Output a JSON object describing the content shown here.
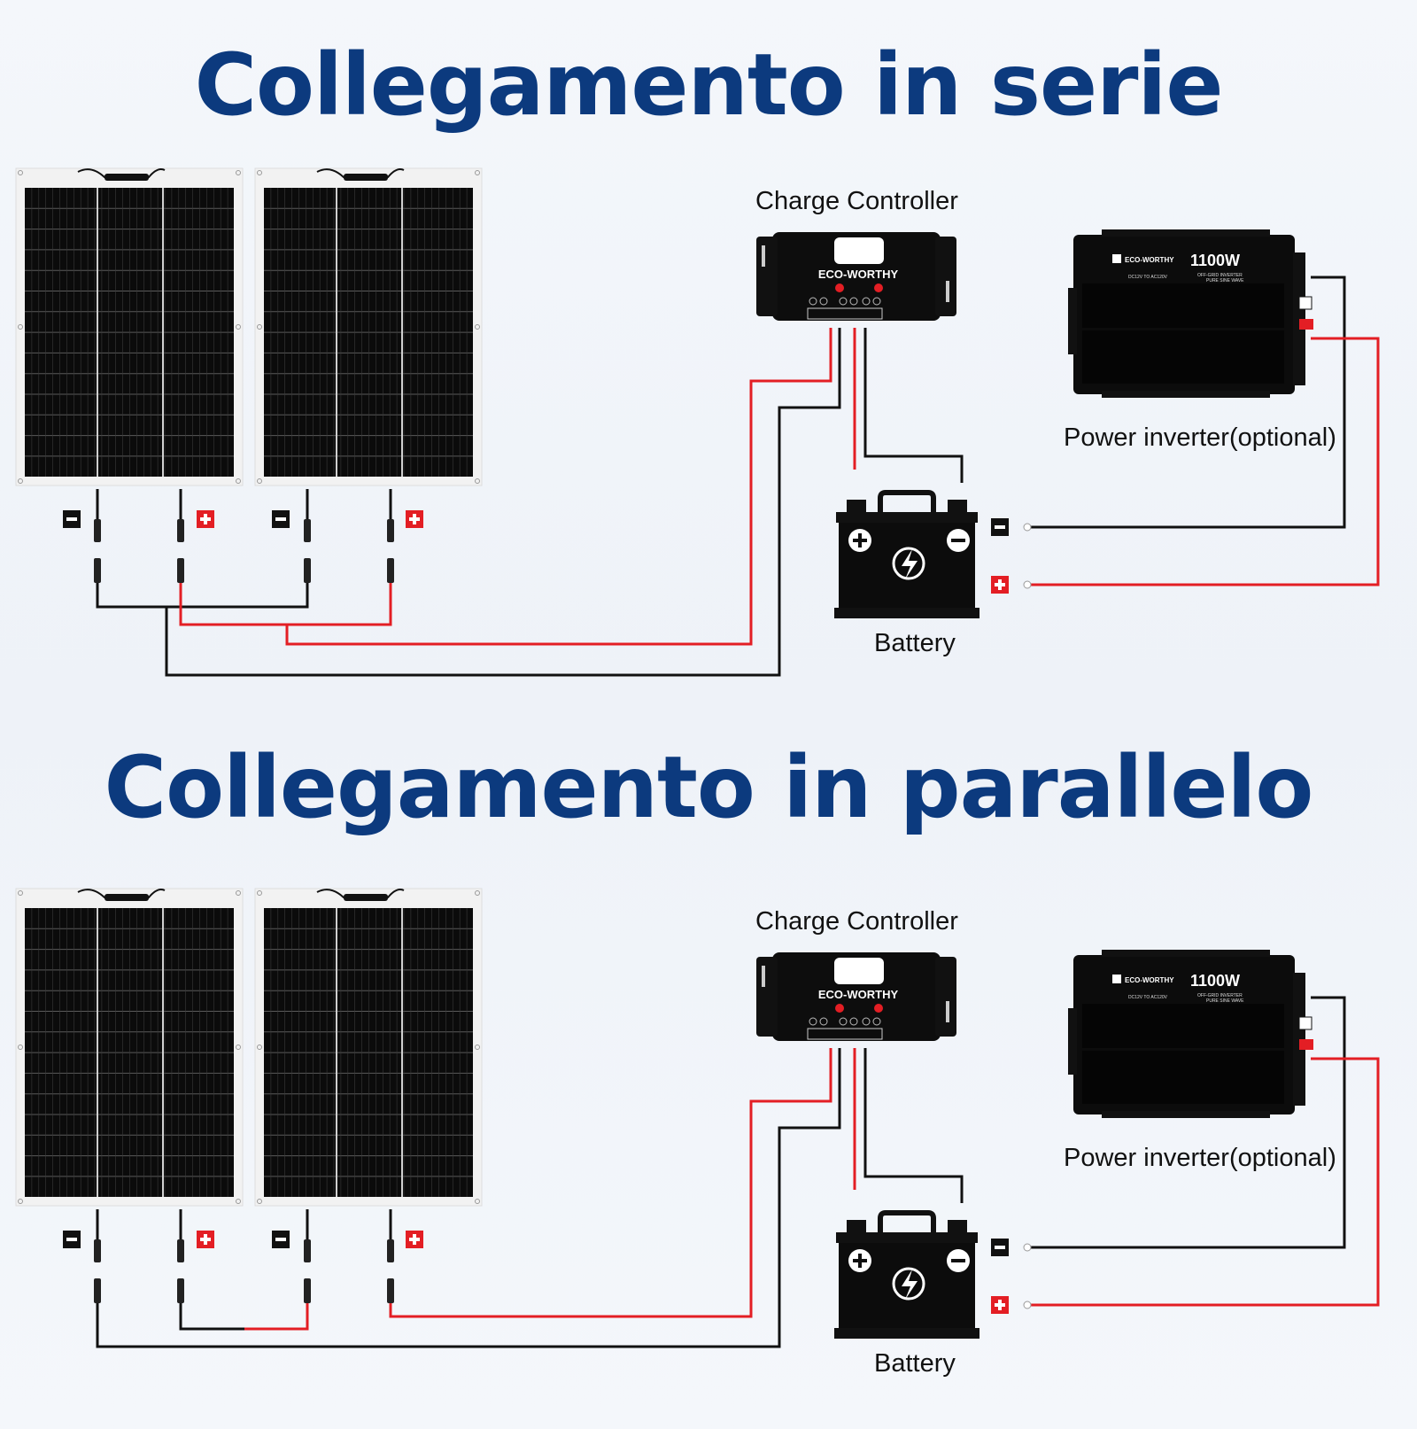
{
  "series_title": "Collegamento in serie",
  "parallel_title": "Collegamento in parallelo",
  "labels": {
    "charge_controller": "Charge Controller",
    "power_inverter": "Power inverter(optional)",
    "battery": "Battery"
  },
  "controller": {
    "brand": "ECO-WORTHY"
  },
  "inverter": {
    "brand": "ECO-WORTHY",
    "power": "1100W",
    "spec_left": "DC12V TO AC120V",
    "spec_right_1": "OFF-GRID INVERTER",
    "spec_right_2": "PURE SINE WAVE"
  },
  "colors": {
    "title": "#0c3a7e",
    "positive_wire": "#e31e24",
    "negative_wire": "#111111",
    "panel_cell": "#0b0b0b",
    "panel_frame": "#f2f2f2"
  },
  "icons": [
    "minus-icon",
    "plus-icon",
    "lightning-icon"
  ]
}
